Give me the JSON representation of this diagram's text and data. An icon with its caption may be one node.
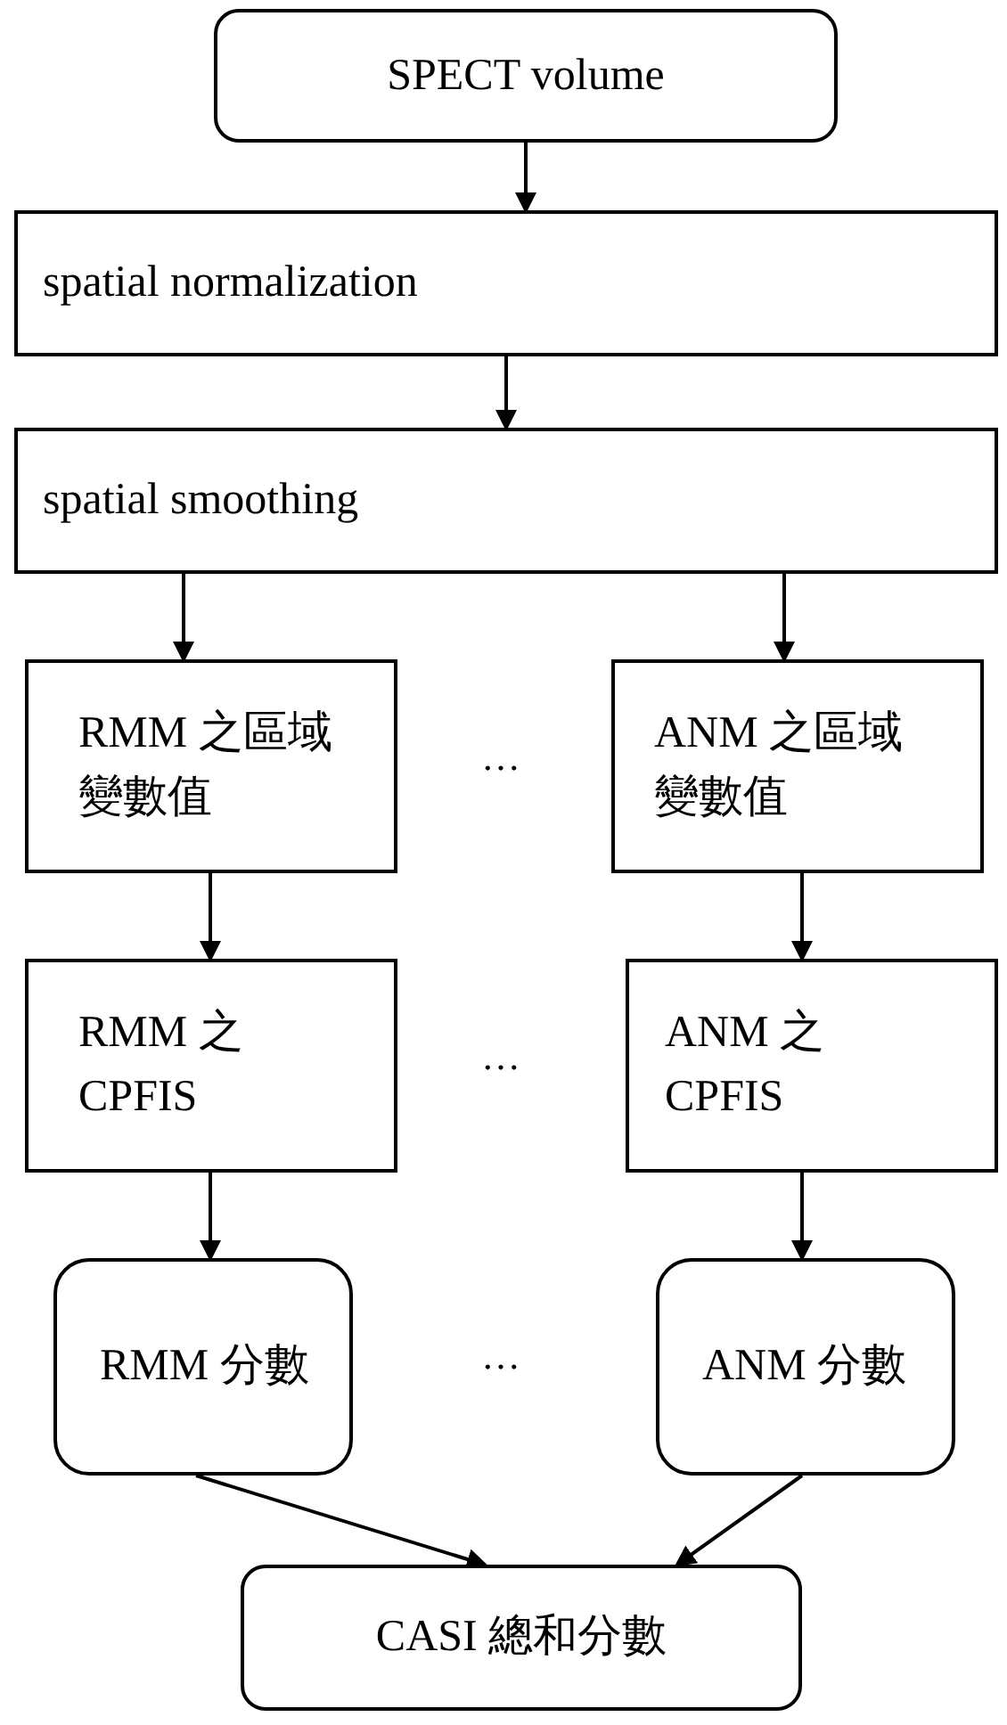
{
  "diagram": {
    "nodes": [
      {
        "text": [
          "SPECT volume"
        ]
      },
      {
        "text": [
          "spatial normalization"
        ]
      },
      {
        "text": [
          "spatial smoothing"
        ]
      },
      {
        "text": [
          "RMM 之區域變數值"
        ]
      },
      {
        "text": [
          "ANM 之區域變數值"
        ]
      },
      {
        "text": [
          "RMM 之 CPFIS"
        ]
      },
      {
        "text": [
          "ANM 之 CPFIS"
        ]
      },
      {
        "text": [
          "RMM 分數"
        ]
      },
      {
        "text": [
          "ANM 分數"
        ]
      },
      {
        "text": [
          "CASI 總和分數"
        ]
      }
    ],
    "edges": [
      {
        "from": 0,
        "to": 1,
        "arrow": "to"
      },
      {
        "from": 1,
        "to": 2,
        "arrow": "to"
      },
      {
        "from": 2,
        "to": 3,
        "arrow": "to"
      },
      {
        "from": 2,
        "to": 4,
        "arrow": "to"
      },
      {
        "from": 3,
        "to": 5,
        "arrow": "to"
      },
      {
        "from": 4,
        "to": 6,
        "arrow": "to"
      },
      {
        "from": 5,
        "to": 7,
        "arrow": "to"
      },
      {
        "from": 6,
        "to": 8,
        "arrow": "to"
      },
      {
        "from": 7,
        "to": 9,
        "arrow": "to"
      },
      {
        "from": 8,
        "to": 9,
        "arrow": "to"
      }
    ],
    "labels": [
      "…",
      "…",
      "…"
    ]
  }
}
